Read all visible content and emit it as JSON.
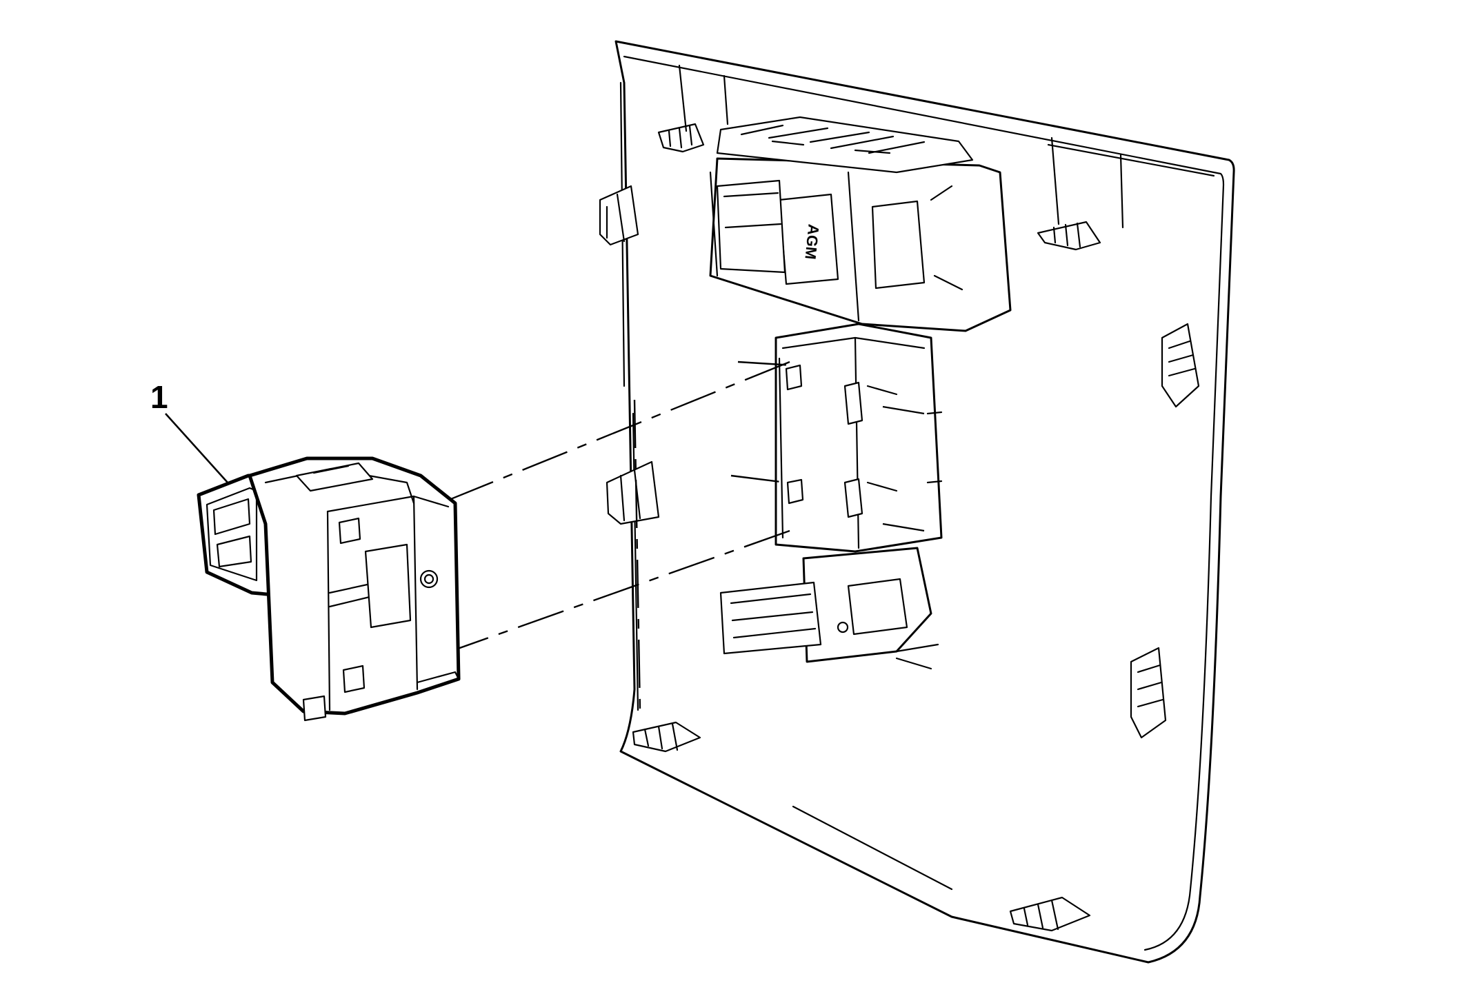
{
  "diagram": {
    "callouts": [
      {
        "id": "1",
        "label": "1"
      }
    ],
    "embossed_text": "AGM",
    "colors": {
      "line": "#000000",
      "background": "#ffffff"
    }
  }
}
